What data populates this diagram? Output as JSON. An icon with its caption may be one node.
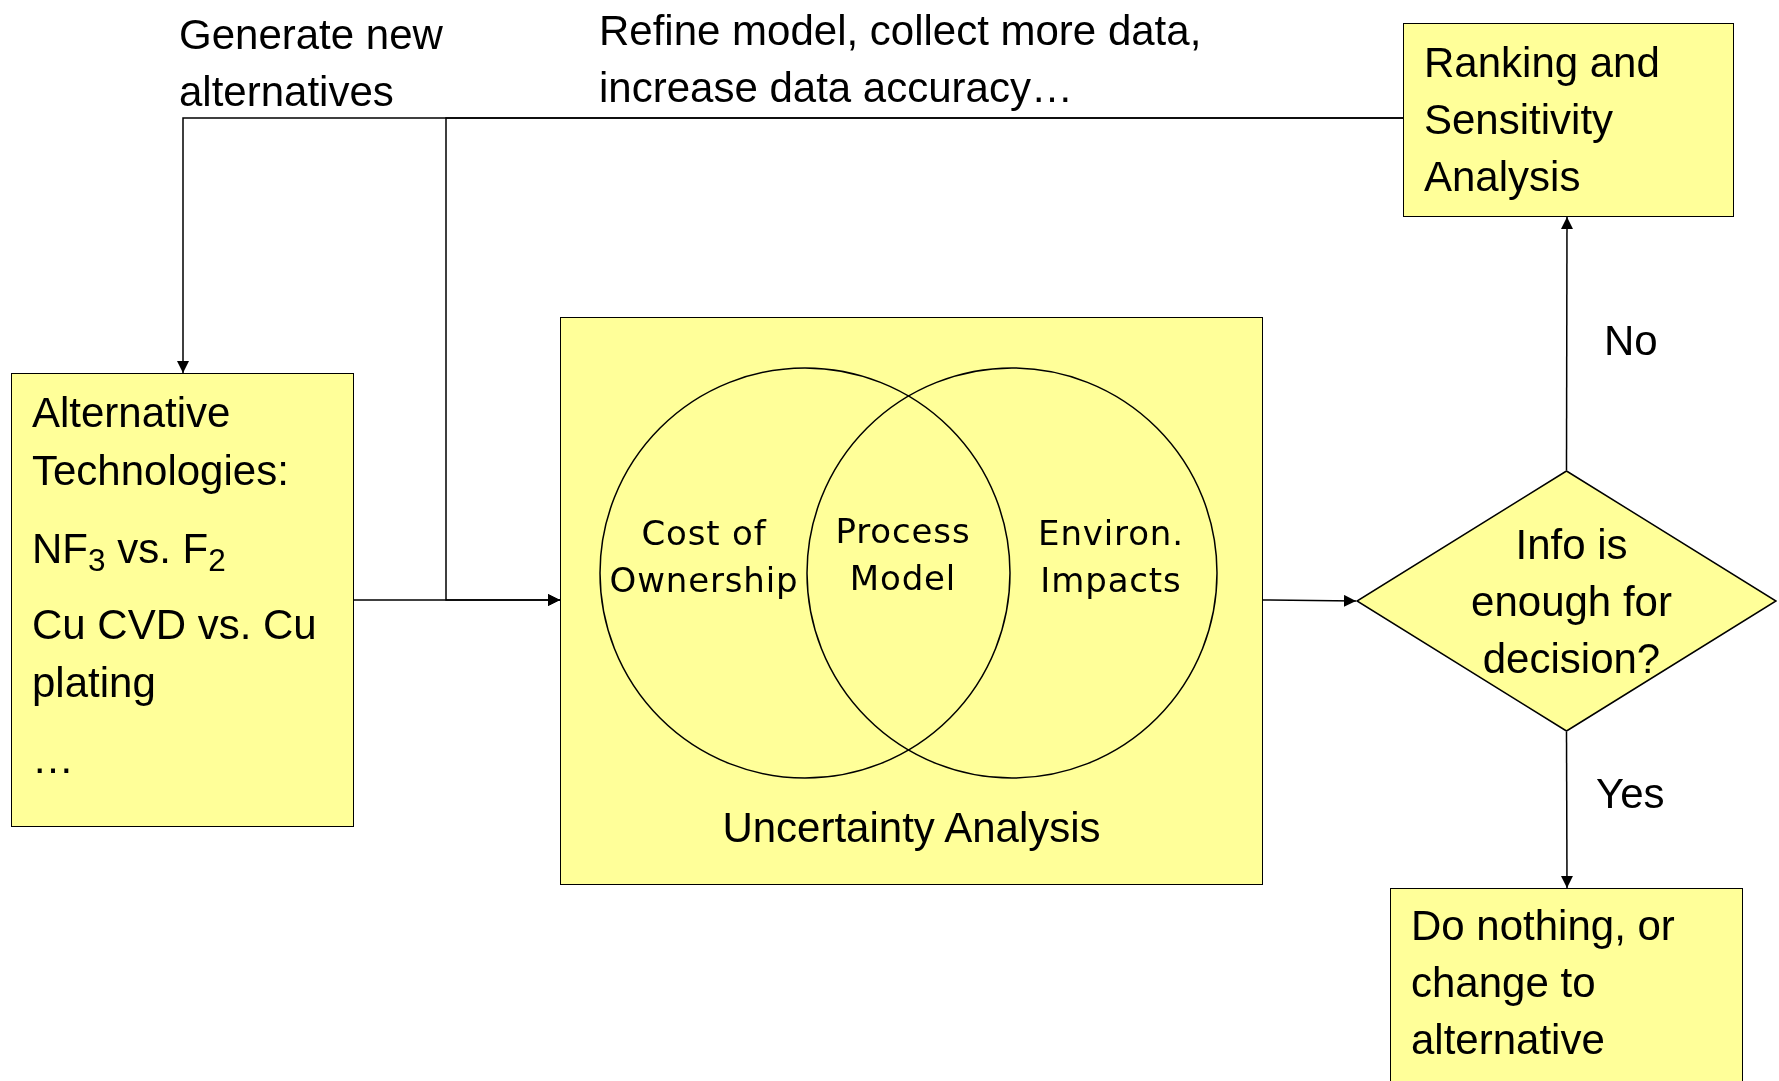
{
  "diagram": {
    "nodes": [
      {
        "text": [
          "Ranking and Sensitivity Analysis"
        ]
      },
      {
        "text": [
          "Alternative Technologies:",
          "NF$_{3}$ vs. F$_{2}$",
          "Cu CVD vs. Cu plating",
          "…"
        ]
      },
      {
        "text": [
          "Uncertainty Analysis"
        ]
      },
      {
        "text": [
          "Cost of Ownership"
        ],
        "in": 2
      },
      {
        "text": [
          "Environ. Impacts"
        ],
        "in": 2
      },
      {
        "text": [
          "Info is enough for decision?"
        ]
      },
      {
        "text": [
          "Do nothing, or change to alternative"
        ]
      }
    ],
    "edges": [
      {
        "from": 0,
        "to": 1,
        "arrow": "to",
        "label": "Generate new alternatives"
      },
      {
        "from": 0,
        "to": 2,
        "arrow": "to",
        "label": "Refine model, collect more data, increase data accuracy…"
      },
      {
        "from": 1,
        "to": 2,
        "arrow": "to"
      },
      {
        "from": 2,
        "to": 5,
        "arrow": "to"
      },
      {
        "from": 5,
        "to": 0,
        "arrow": "to",
        "label": "No"
      },
      {
        "from": 5,
        "to": 6,
        "arrow": "to",
        "label": "Yes"
      }
    ],
    "labels": [
      "Process Model"
    ]
  }
}
